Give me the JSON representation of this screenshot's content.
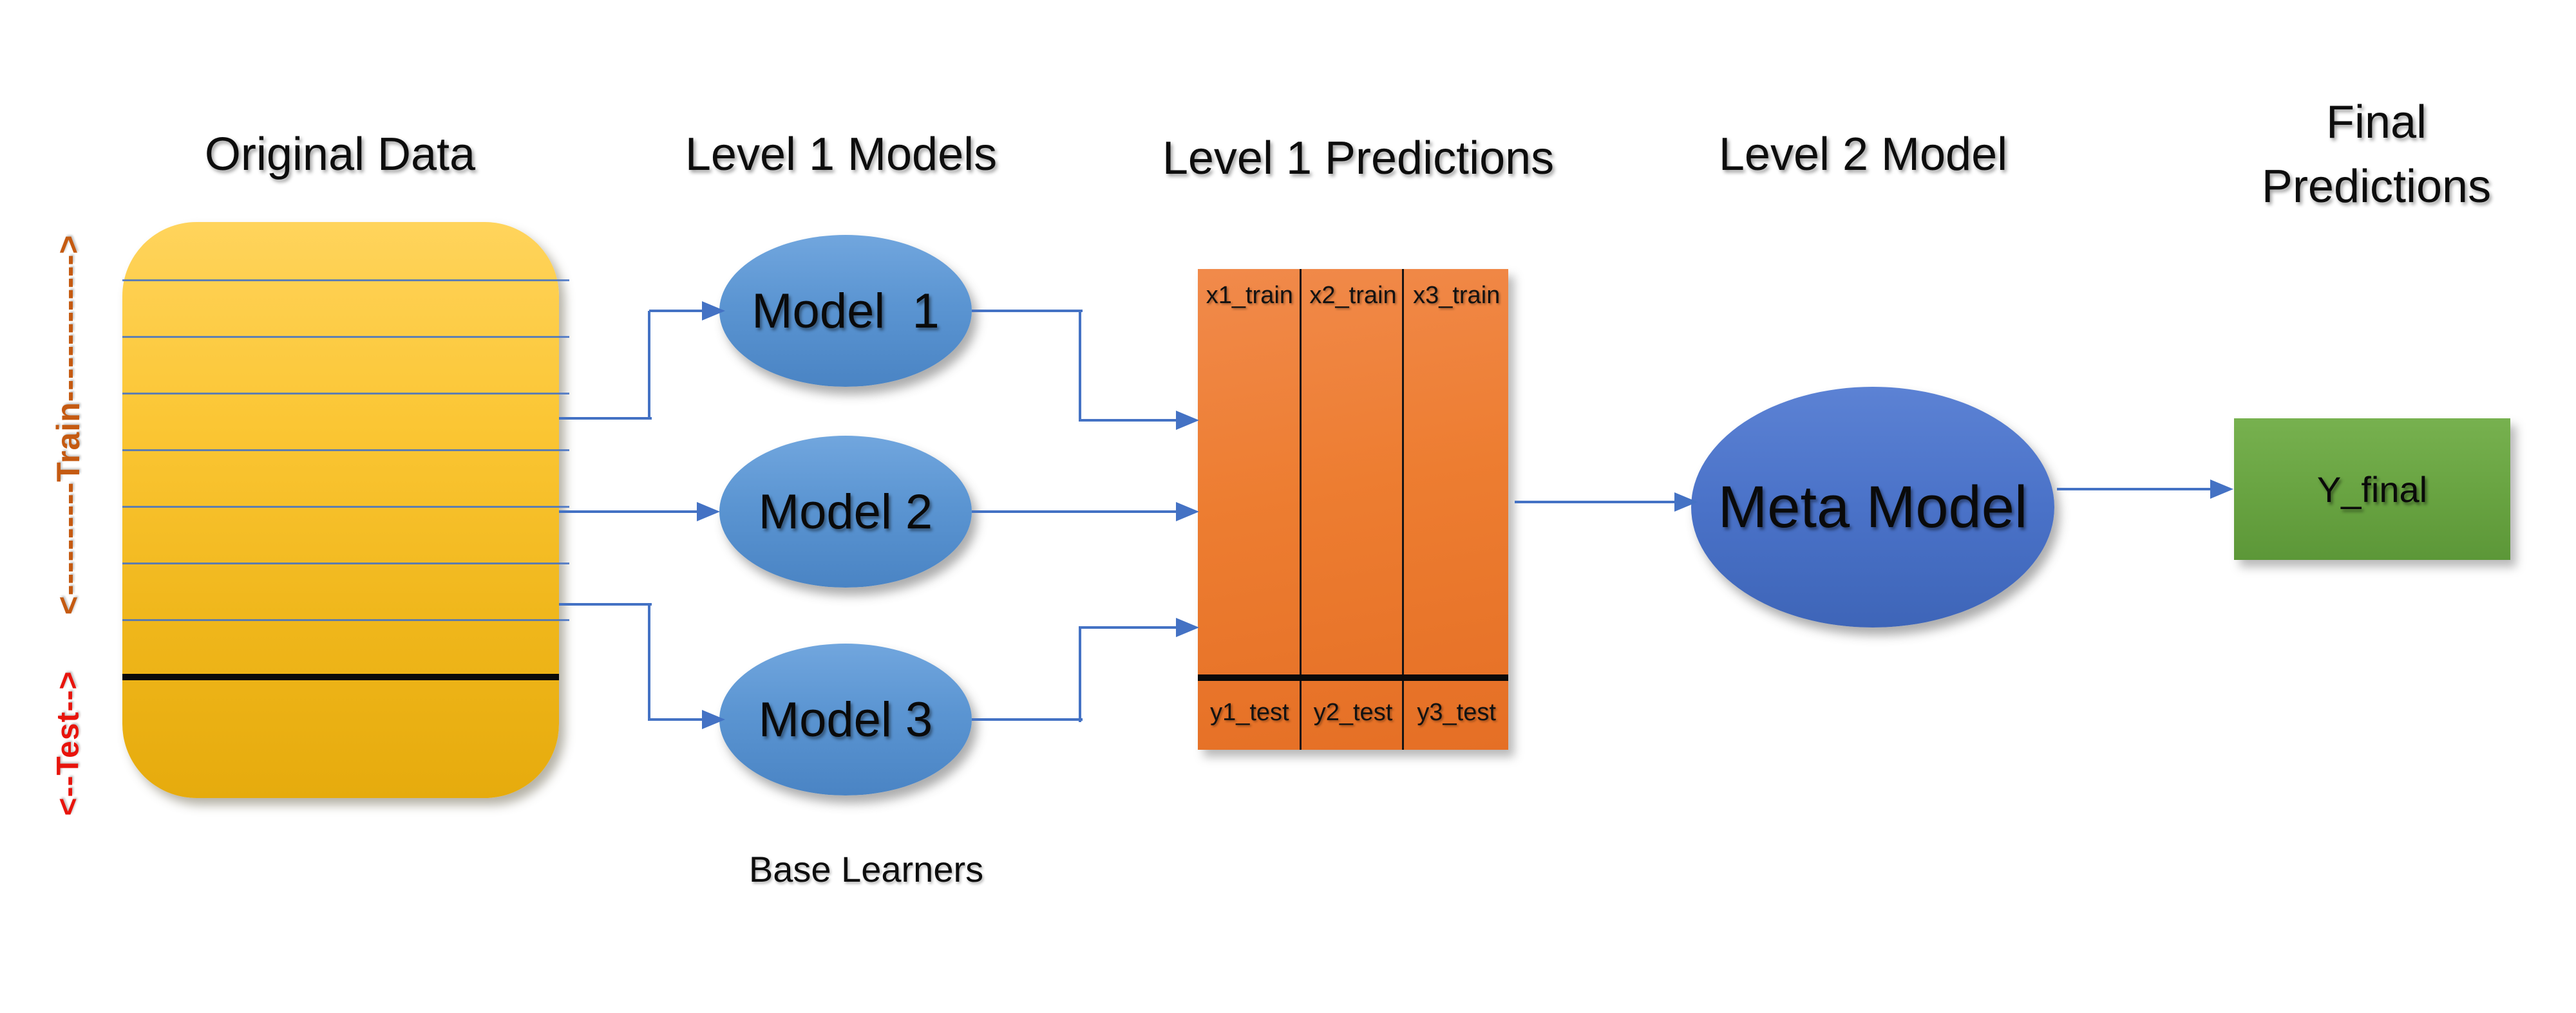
{
  "titles": {
    "original_data": "Original Data",
    "level1_models": "Level 1 Models",
    "level1_predictions": "Level 1 Predictions",
    "level2_model": "Level 2 Model",
    "final_line1": "Final",
    "final_line2": "Predictions"
  },
  "original_data_block": {
    "train_label": "<----------Train------------->",
    "test_label": "<--Test-->",
    "train_color": "#C55A11",
    "test_color": "#E8140C",
    "fill_top": "#FFD45C",
    "fill_bottom": "#E6AB0D"
  },
  "models": [
    {
      "label": "Model  1"
    },
    {
      "label": "Model 2"
    },
    {
      "label": "Model 3"
    }
  ],
  "base_learners_caption": "Base Learners",
  "meta_model": {
    "label": "Meta Model"
  },
  "predictions_table": {
    "train_columns": [
      "x1_train",
      "x2_train",
      "x3_train"
    ],
    "test_columns": [
      "y1_test",
      "y2_test",
      "y3_test"
    ],
    "fill": "#ED7D31"
  },
  "final_output": {
    "label": "Y_final",
    "fill": "#68A341"
  },
  "colors": {
    "connector": "#4472C4",
    "model_ellipse": "#5B95D2",
    "meta_ellipse": "#4A72C8",
    "divider_black": "#0a0a0a"
  }
}
